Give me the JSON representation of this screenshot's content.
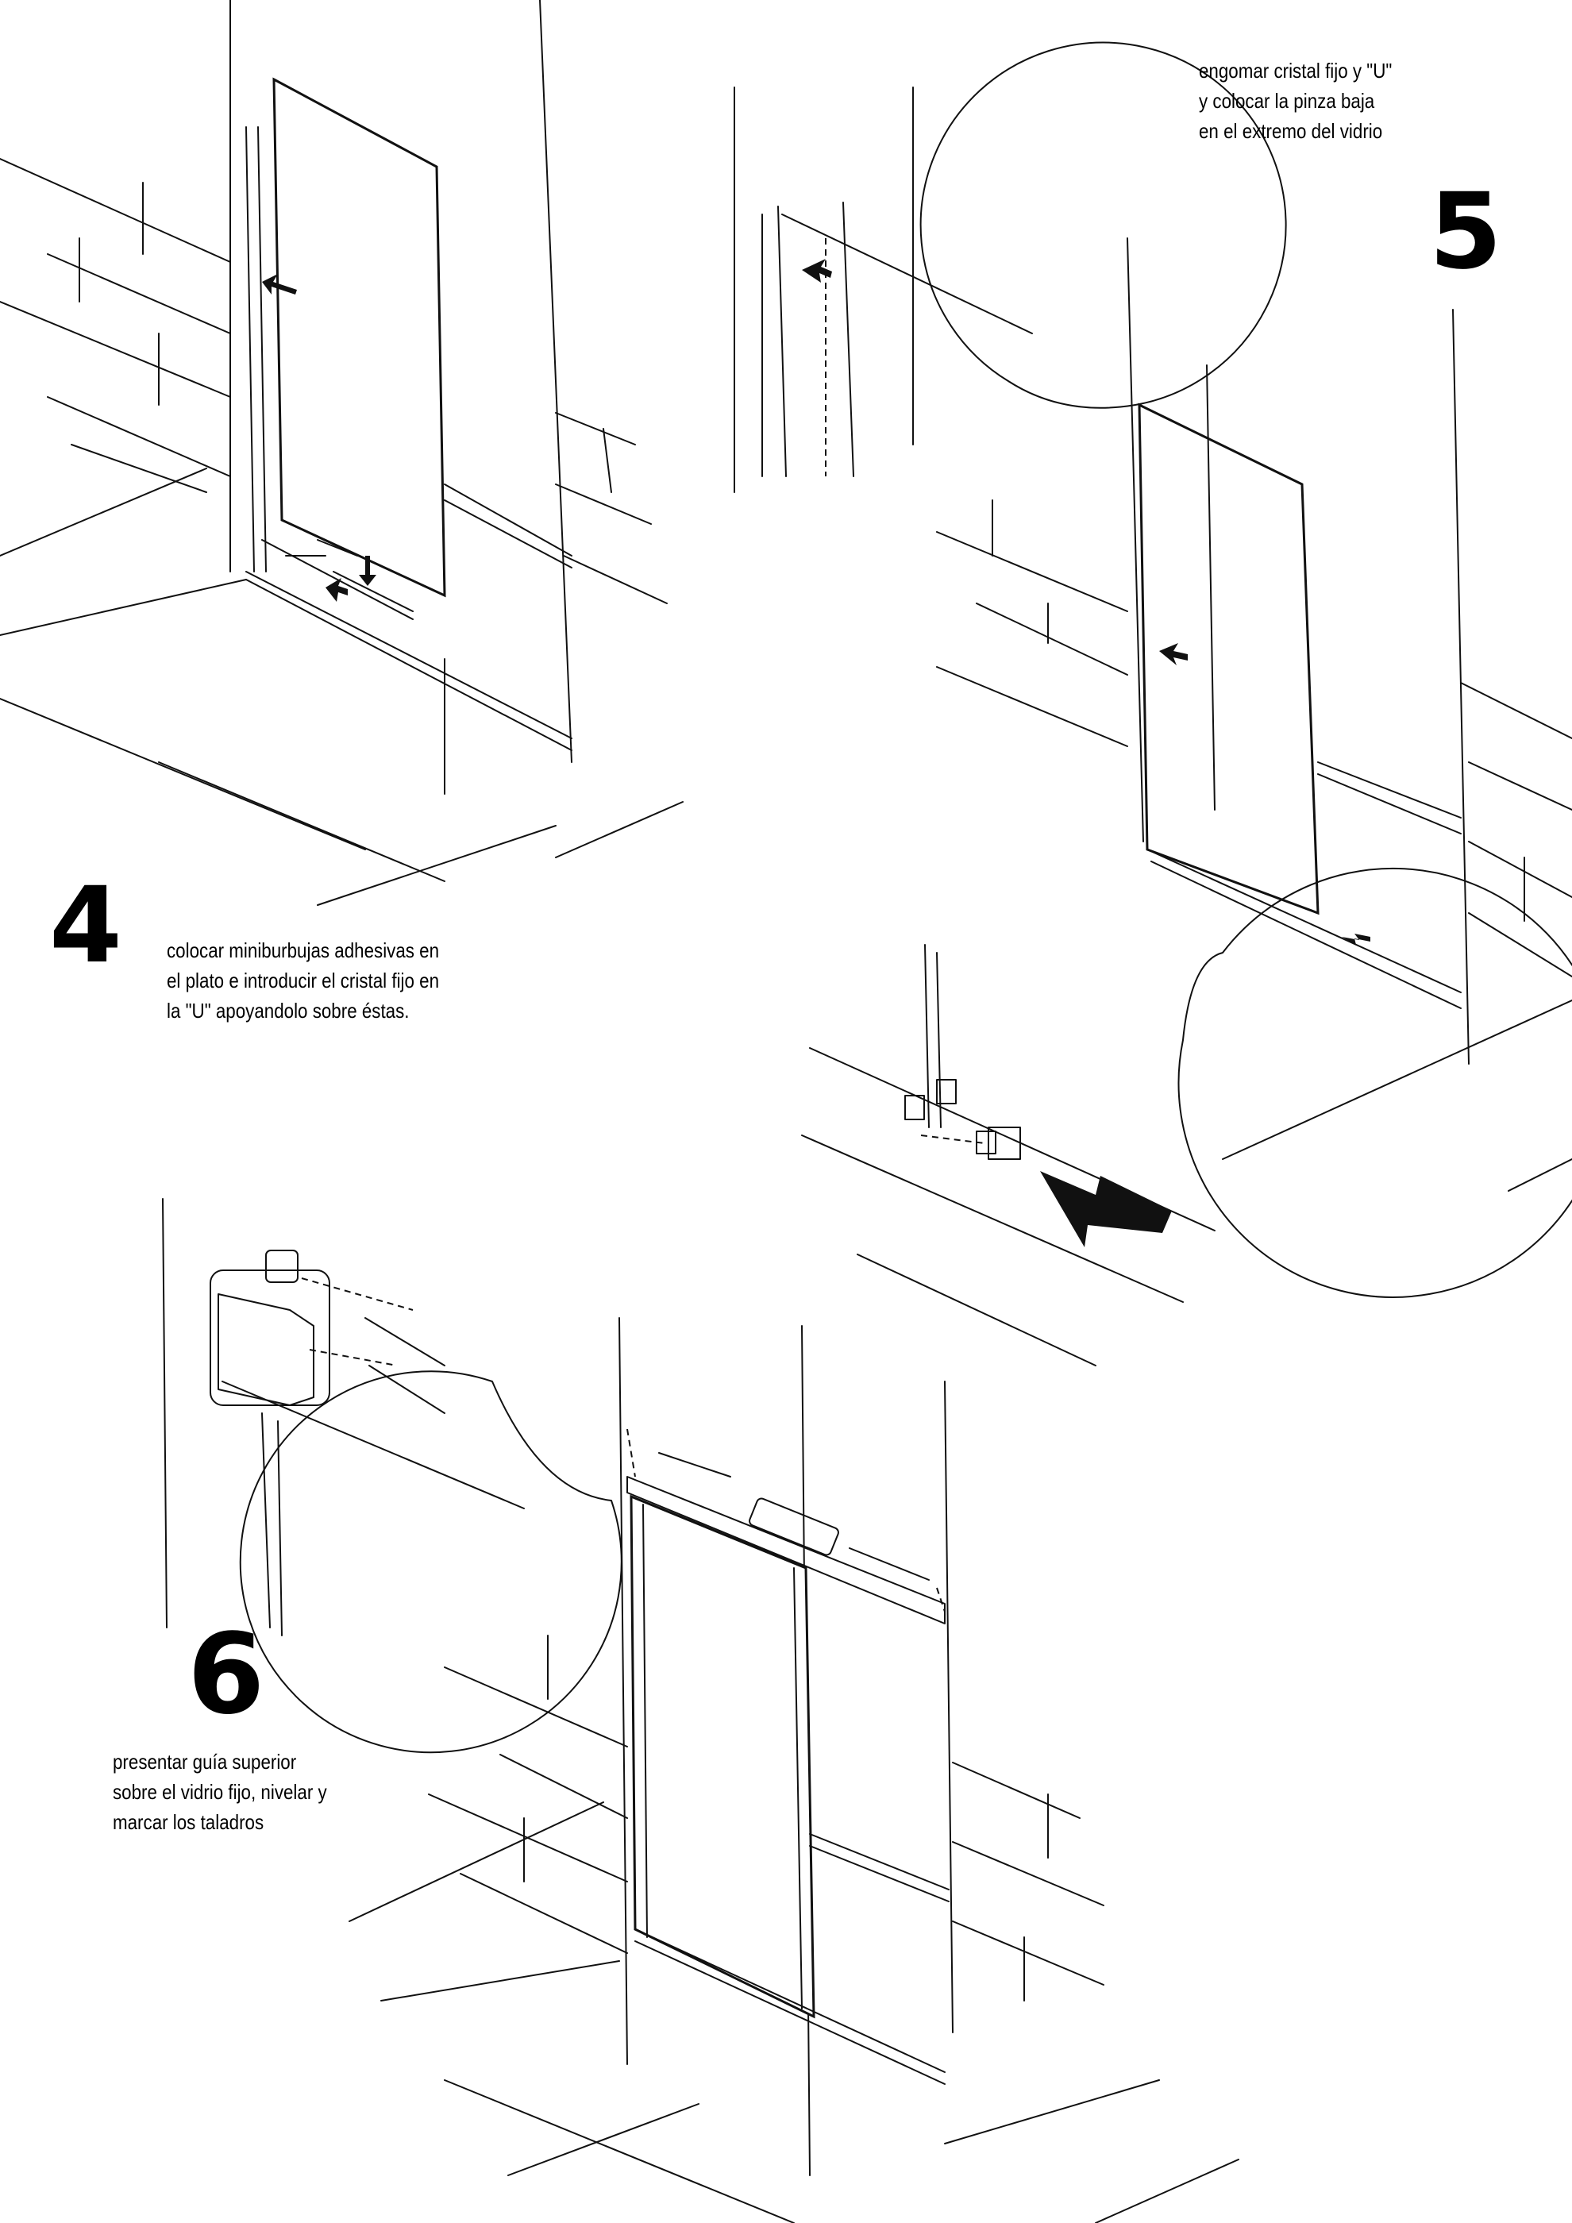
{
  "steps": [
    {
      "number": "4",
      "caption": "colocar miniburbujas adhesivas en\nel plato e introducir el cristal fijo en\nla \"U\" apoyandolo sobre éstas."
    },
    {
      "number": "5",
      "caption": "engomar cristal fijo y \"U\"\ny colocar la pinza baja\nen el extremo del vidrio"
    },
    {
      "number": "6",
      "caption": "presentar guía superior\nsobre el vidrio fijo, nivelar y\nmarcar los taladros"
    }
  ]
}
